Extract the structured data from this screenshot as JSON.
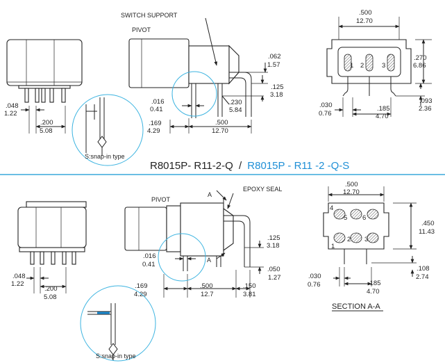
{
  "colors": {
    "line": "#222222",
    "accent": "#1f8fd6",
    "detail_circle": "#3bb3e0",
    "separator": "#3aa9dc"
  },
  "title": {
    "part_a": "R8015P- R11-2-Q",
    "slash": "/",
    "part_b": "R8015P - R11 -2 -Q-S"
  },
  "top": {
    "switch_support": "SWITCH SUPPORT",
    "pivot": "PIVOT",
    "snap_label": "S:snap-in type",
    "dims": {
      "d048_in": ".048",
      "d048_mm": "1.22",
      "d200_in": ".200",
      "d200_mm": "5.08",
      "d016_in": ".016",
      "d016_mm": "0.41",
      "d169_in": ".169",
      "d169_mm": "4.29",
      "d500s_in": ".500",
      "d500s_mm": "12.70",
      "d230_in": ".230",
      "d230_mm": "5.84",
      "d125_in": ".125",
      "d125_mm": "3.18",
      "d062_in": ".062",
      "d062_mm": "1.57",
      "d500t_in": ".500",
      "d500t_mm": "12.70",
      "d270_in": ".270",
      "d270_mm": "6.86",
      "d093_in": ".093",
      "d093_mm": "2.36",
      "d030_in": ".030",
      "d030_mm": "0.76",
      "d185_in": ".185",
      "d185_mm": "4.70"
    },
    "pins": [
      "1",
      "2",
      "3"
    ]
  },
  "bottom": {
    "pivot": "PIVOT",
    "epoxy_seal": "EPOXY SEAL",
    "section_a": "A",
    "snap_label": "S:snap-in type",
    "section_title": "SECTION A-A",
    "dims": {
      "d048_in": ".048",
      "d048_mm": "1.22",
      "d200_in": ".200",
      "d200_mm": "5.08",
      "d016_in": ".016",
      "d016_mm": "0.41",
      "d169_in": ".169",
      "d169_mm": "4.29",
      "d500s_in": ".500",
      "d500s_mm": "12.7",
      "d150_in": ".150",
      "d150_mm": "3.81",
      "d125_in": ".125",
      "d125_mm": "3.18",
      "d050_in": ".050",
      "d050_mm": "1.27",
      "d500t_in": ".500",
      "d500t_mm": "12.70",
      "d450_in": ".450",
      "d450_mm": "11.43",
      "d108_in": ".108",
      "d108_mm": "2.74",
      "d030_in": ".030",
      "d030_mm": "0.76",
      "d185_in": ".185",
      "d185_mm": "4.70"
    },
    "pins": [
      "1",
      "2",
      "3",
      "4",
      "5",
      "6"
    ]
  }
}
